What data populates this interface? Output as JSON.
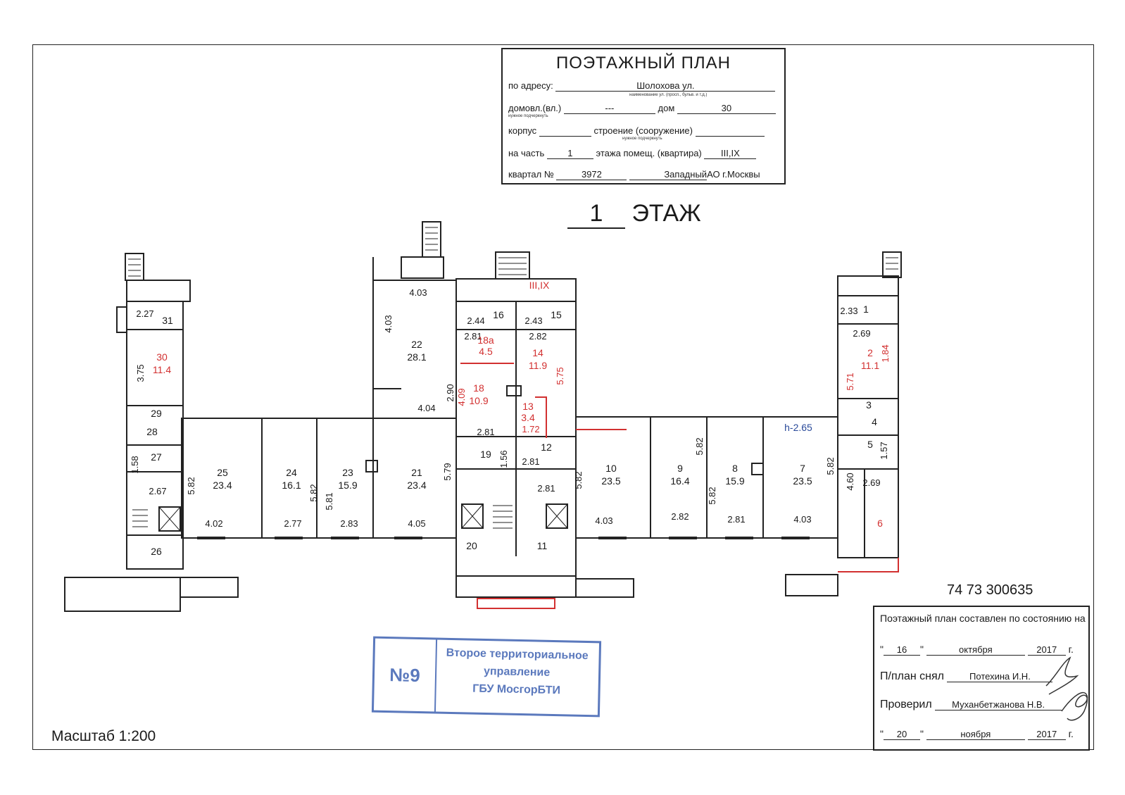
{
  "header": {
    "title": "ПОЭТАЖНЫЙ ПЛАН",
    "address_label": "по адресу:",
    "address_value": "Шолохова ул.",
    "address_hint": "наименование ул. (просп., бульв. и т.д.)",
    "domovl_label": "домовл.(вл.)",
    "domovl_value": "---",
    "domovl_hint": "нужное подчеркнуть",
    "dom_label": "дом",
    "dom_value": "30",
    "korpus_label": "корпус",
    "stroenie_label": "строение (сооружение)",
    "stroenie_hint": "нужное подчеркнуть",
    "chast_label": "на часть",
    "chast_value": "1",
    "etazh_label": "этажа помещ. (квартира)",
    "etazh_value": "III,IX",
    "kvartal_label": "квартал №",
    "kvartal_value": "3972",
    "district_value": "Западный",
    "district_suffix": "АО г.Москвы"
  },
  "floor": {
    "number": "1",
    "label": "ЭТАЖ"
  },
  "scale": "Масштаб 1:200",
  "plan_code": "74 73 300635",
  "status": {
    "title": "Поэтажный план составлен по состоянию на",
    "date1_day": "16",
    "date1_month": "октября",
    "date1_year": "2017",
    "year_suffix": "г.",
    "surveyed_label": "П/план снял",
    "surveyed_by": "Потехина И.Н.",
    "checked_label": "Проверил",
    "checked_by": "Муханбетжанова Н.В.",
    "date2_day": "20",
    "date2_month": "ноября",
    "date2_year": "2017"
  },
  "stamp": {
    "number": "№9",
    "line1": "Второе территориальное",
    "line2": "управление",
    "line3": "ГБУ МосгорБТИ"
  },
  "plan_labels": {
    "premises": "III,IX",
    "height": "h-2.65",
    "rooms": [
      {
        "no": "31",
        "dim": "2.27"
      },
      {
        "no": "30",
        "area": "11.4",
        "dim": "3.75"
      },
      {
        "no": "29"
      },
      {
        "no": "28"
      },
      {
        "no": "27",
        "dim": "1.58"
      },
      {
        "no": "26",
        "dim": "2.67"
      },
      {
        "no": "25",
        "area": "23.4",
        "dim_h": "5.82",
        "dim_w": "4.02"
      },
      {
        "no": "24",
        "area": "16.1",
        "dim_h": "5.82",
        "dim_w": "2.77"
      },
      {
        "no": "23",
        "area": "15.9",
        "dim_h": "5.81",
        "dim_w": "2.83"
      },
      {
        "no": "22",
        "area": "28.1",
        "dim_top": "4.03",
        "dim_side": "4.03",
        "dim_bottom": "4.04",
        "dim_right": "2.90"
      },
      {
        "no": "21",
        "area": "23.4",
        "dim_h": "5.79",
        "dim_w": "4.05"
      },
      {
        "no": "20"
      },
      {
        "no": "19",
        "dim": "1.56"
      },
      {
        "no": "18",
        "area": "10.9",
        "dim_h": "4.09",
        "dim_w": "2.81"
      },
      {
        "no": "18а",
        "area": "4.5",
        "dim": "2.81"
      },
      {
        "no": "16",
        "dim": "2.44"
      },
      {
        "no": "15",
        "dim": "2.43"
      },
      {
        "no": "14",
        "area": "11.9",
        "dim_h": "5.75",
        "dim_w": "2.82"
      },
      {
        "no": "13",
        "area": "3.4",
        "dim": "1.72"
      },
      {
        "no": "12",
        "dim_w": "2.81",
        "dim_w2": "2.81"
      },
      {
        "no": "11"
      },
      {
        "no": "10",
        "area": "23.5",
        "dim_h": "5.82",
        "dim_w": "4.03"
      },
      {
        "no": "9",
        "area": "16.4",
        "dim_h": "5.82",
        "dim_w": "2.82"
      },
      {
        "no": "8",
        "area": "15.9",
        "dim_h": "5.82",
        "dim_w": "2.81"
      },
      {
        "no": "7",
        "area": "23.5",
        "dim_h": "5.82",
        "dim_w": "4.03"
      },
      {
        "no": "6",
        "dim_h": "4.60",
        "dim_w": "2.69"
      },
      {
        "no": "5",
        "dim": "1.57"
      },
      {
        "no": "4"
      },
      {
        "no": "3"
      },
      {
        "no": "2",
        "area": "11.1",
        "dim_w": "2.69",
        "dim_h": "5.71",
        "dim_side": "1.84"
      },
      {
        "no": "1",
        "dim": "2.33"
      }
    ]
  }
}
